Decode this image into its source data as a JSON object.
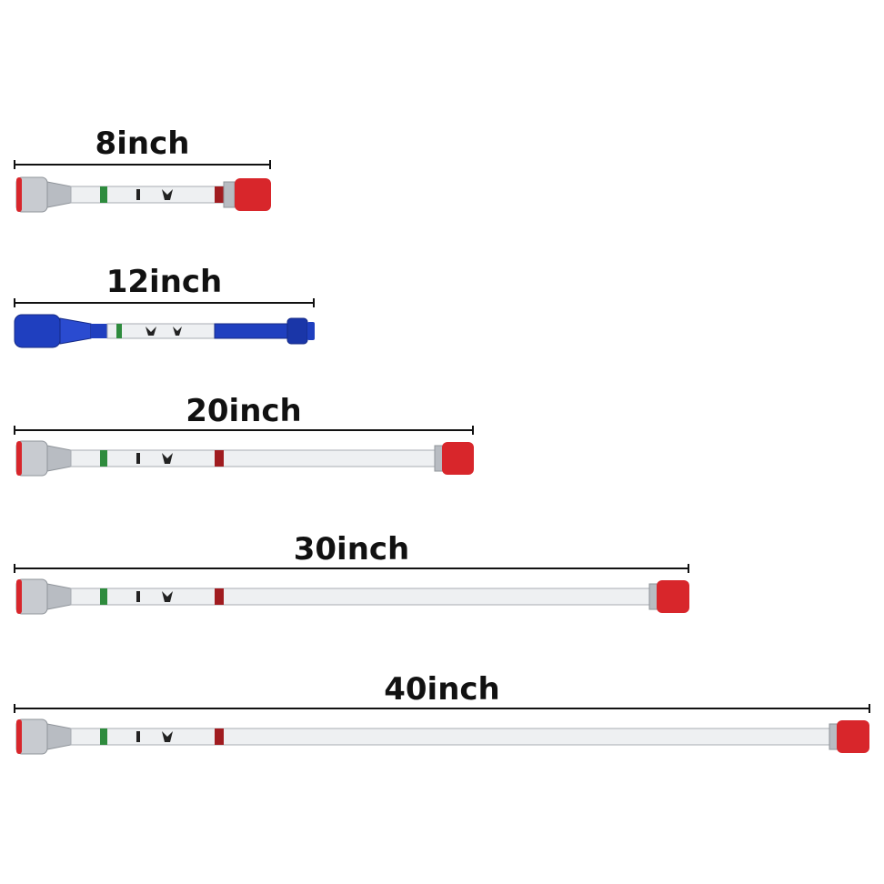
{
  "extensions": [
    {
      "label": "8inch",
      "color": "red"
    },
    {
      "label": "12inch",
      "color": "blue"
    },
    {
      "label": "20inch",
      "color": "red"
    },
    {
      "label": "30inch",
      "color": "red"
    },
    {
      "label": "40inch",
      "color": "red"
    }
  ],
  "colors": {
    "red_cap": "#d8262b",
    "blue_body": "#1f3fbf",
    "silver": "#c9ccd0",
    "tube": "#eef0f2",
    "green_label": "#2e8b3d",
    "dark_red_band": "#a01c20"
  }
}
